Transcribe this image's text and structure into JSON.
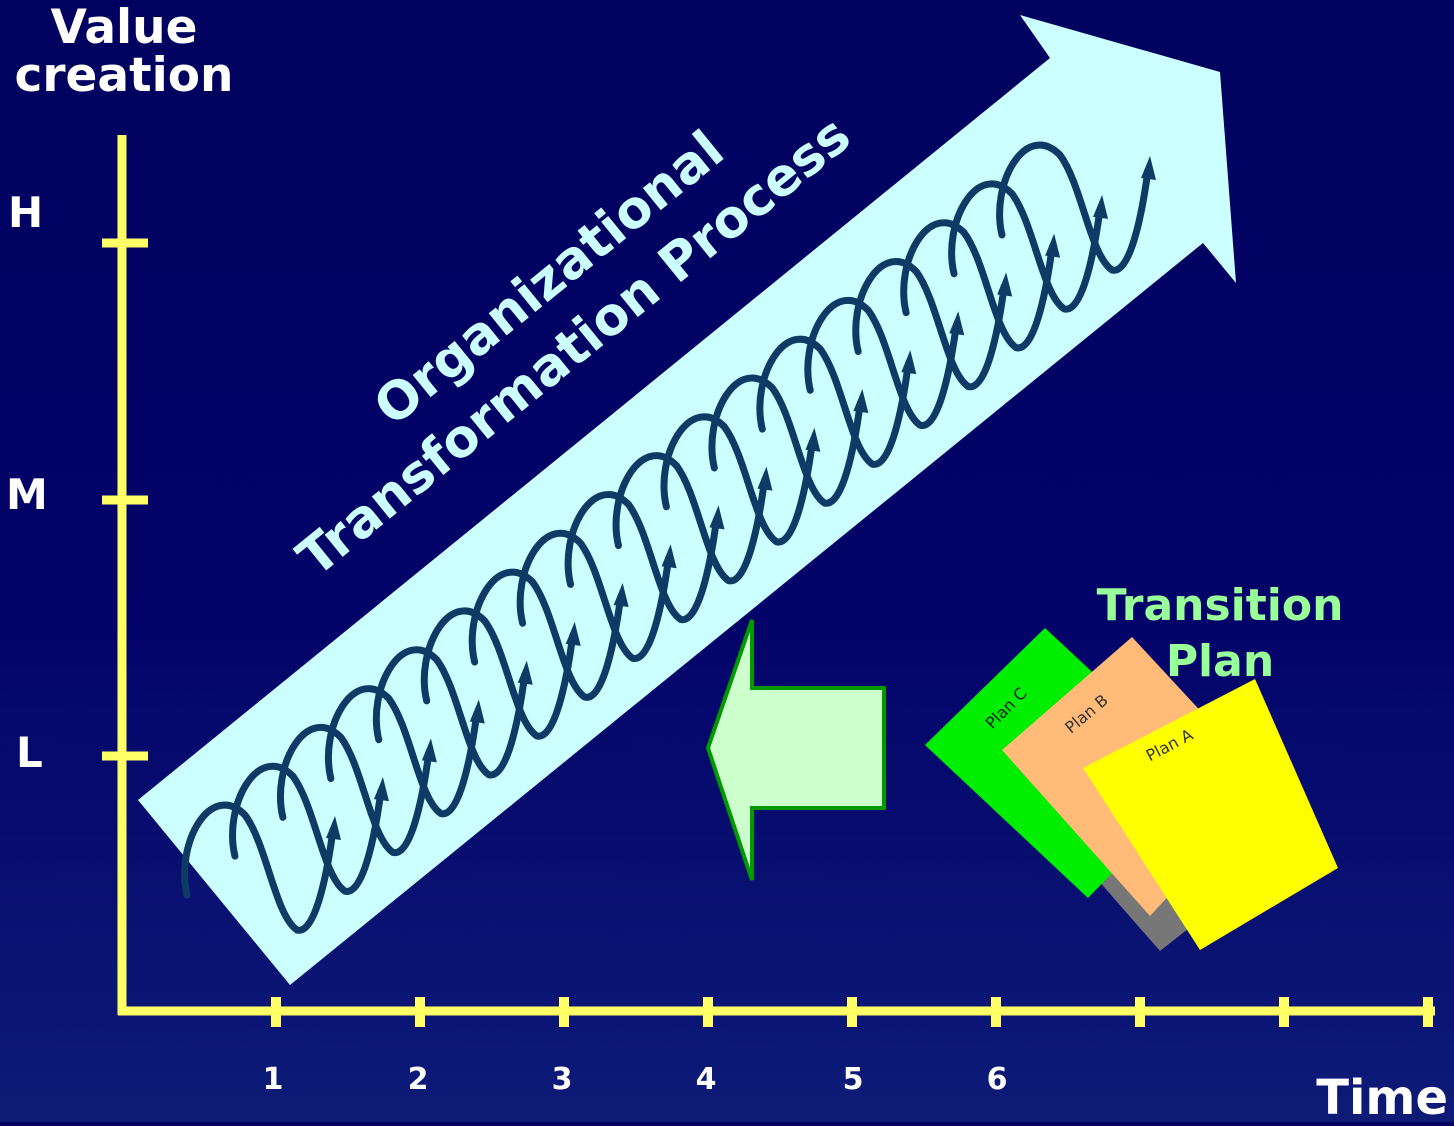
{
  "y_axis": {
    "title_line1": "Value",
    "title_line2": "creation",
    "ticks": [
      "H",
      "M",
      "L"
    ]
  },
  "x_axis": {
    "title": "Time",
    "ticks": [
      "1",
      "2",
      "3",
      "4",
      "5",
      "6"
    ]
  },
  "big_arrow": {
    "line1": "Organizational",
    "line2": "Transformation Process"
  },
  "transition": {
    "title_line1": "Transition",
    "title_line2": "Plan",
    "plans": [
      "Plan C",
      "Plan B",
      "Plan A"
    ]
  },
  "colors": {
    "background": "#01015f",
    "axis": "#ffff66",
    "big_arrow_fill": "#ccffff",
    "spiral": "#0d3b66",
    "small_arrow_fill": "#ccffcc",
    "small_arrow_stroke": "#009900",
    "plan_c": "#00ee00",
    "plan_b": "#ffbb77",
    "plan_a": "#ffff00",
    "transition_text": "#99ff99"
  }
}
